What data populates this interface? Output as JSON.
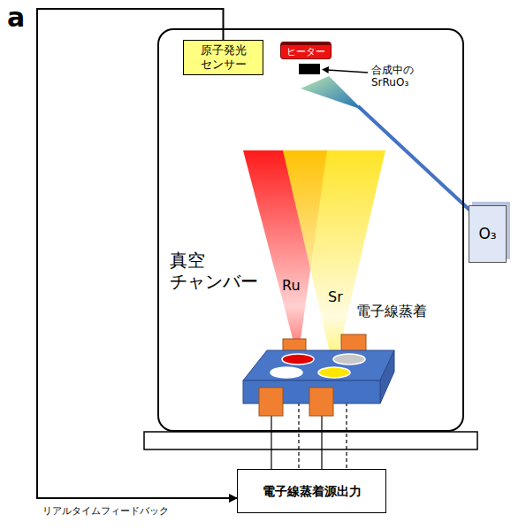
{
  "diagram": {
    "nodes": [
      {
        "text": [
          "真空 チャンバー"
        ]
      },
      {
        "text": [
          "原子発光 センサー"
        ],
        "in": 0
      },
      {
        "text": [
          "ヒーター"
        ],
        "in": 0
      },
      {
        "text": [
          "O₃"
        ]
      },
      {
        "text": [
          "電子線蒸着源出力"
        ]
      }
    ],
    "edges": [
      {
        "from": 1,
        "to": 4,
        "arrow": "to",
        "label": "リアルタイムフィードバック"
      }
    ],
    "labels": [
      "a",
      "合成中の SrRuO₃",
      "Ru",
      "Sr",
      "電子線蒸着"
    ]
  }
}
